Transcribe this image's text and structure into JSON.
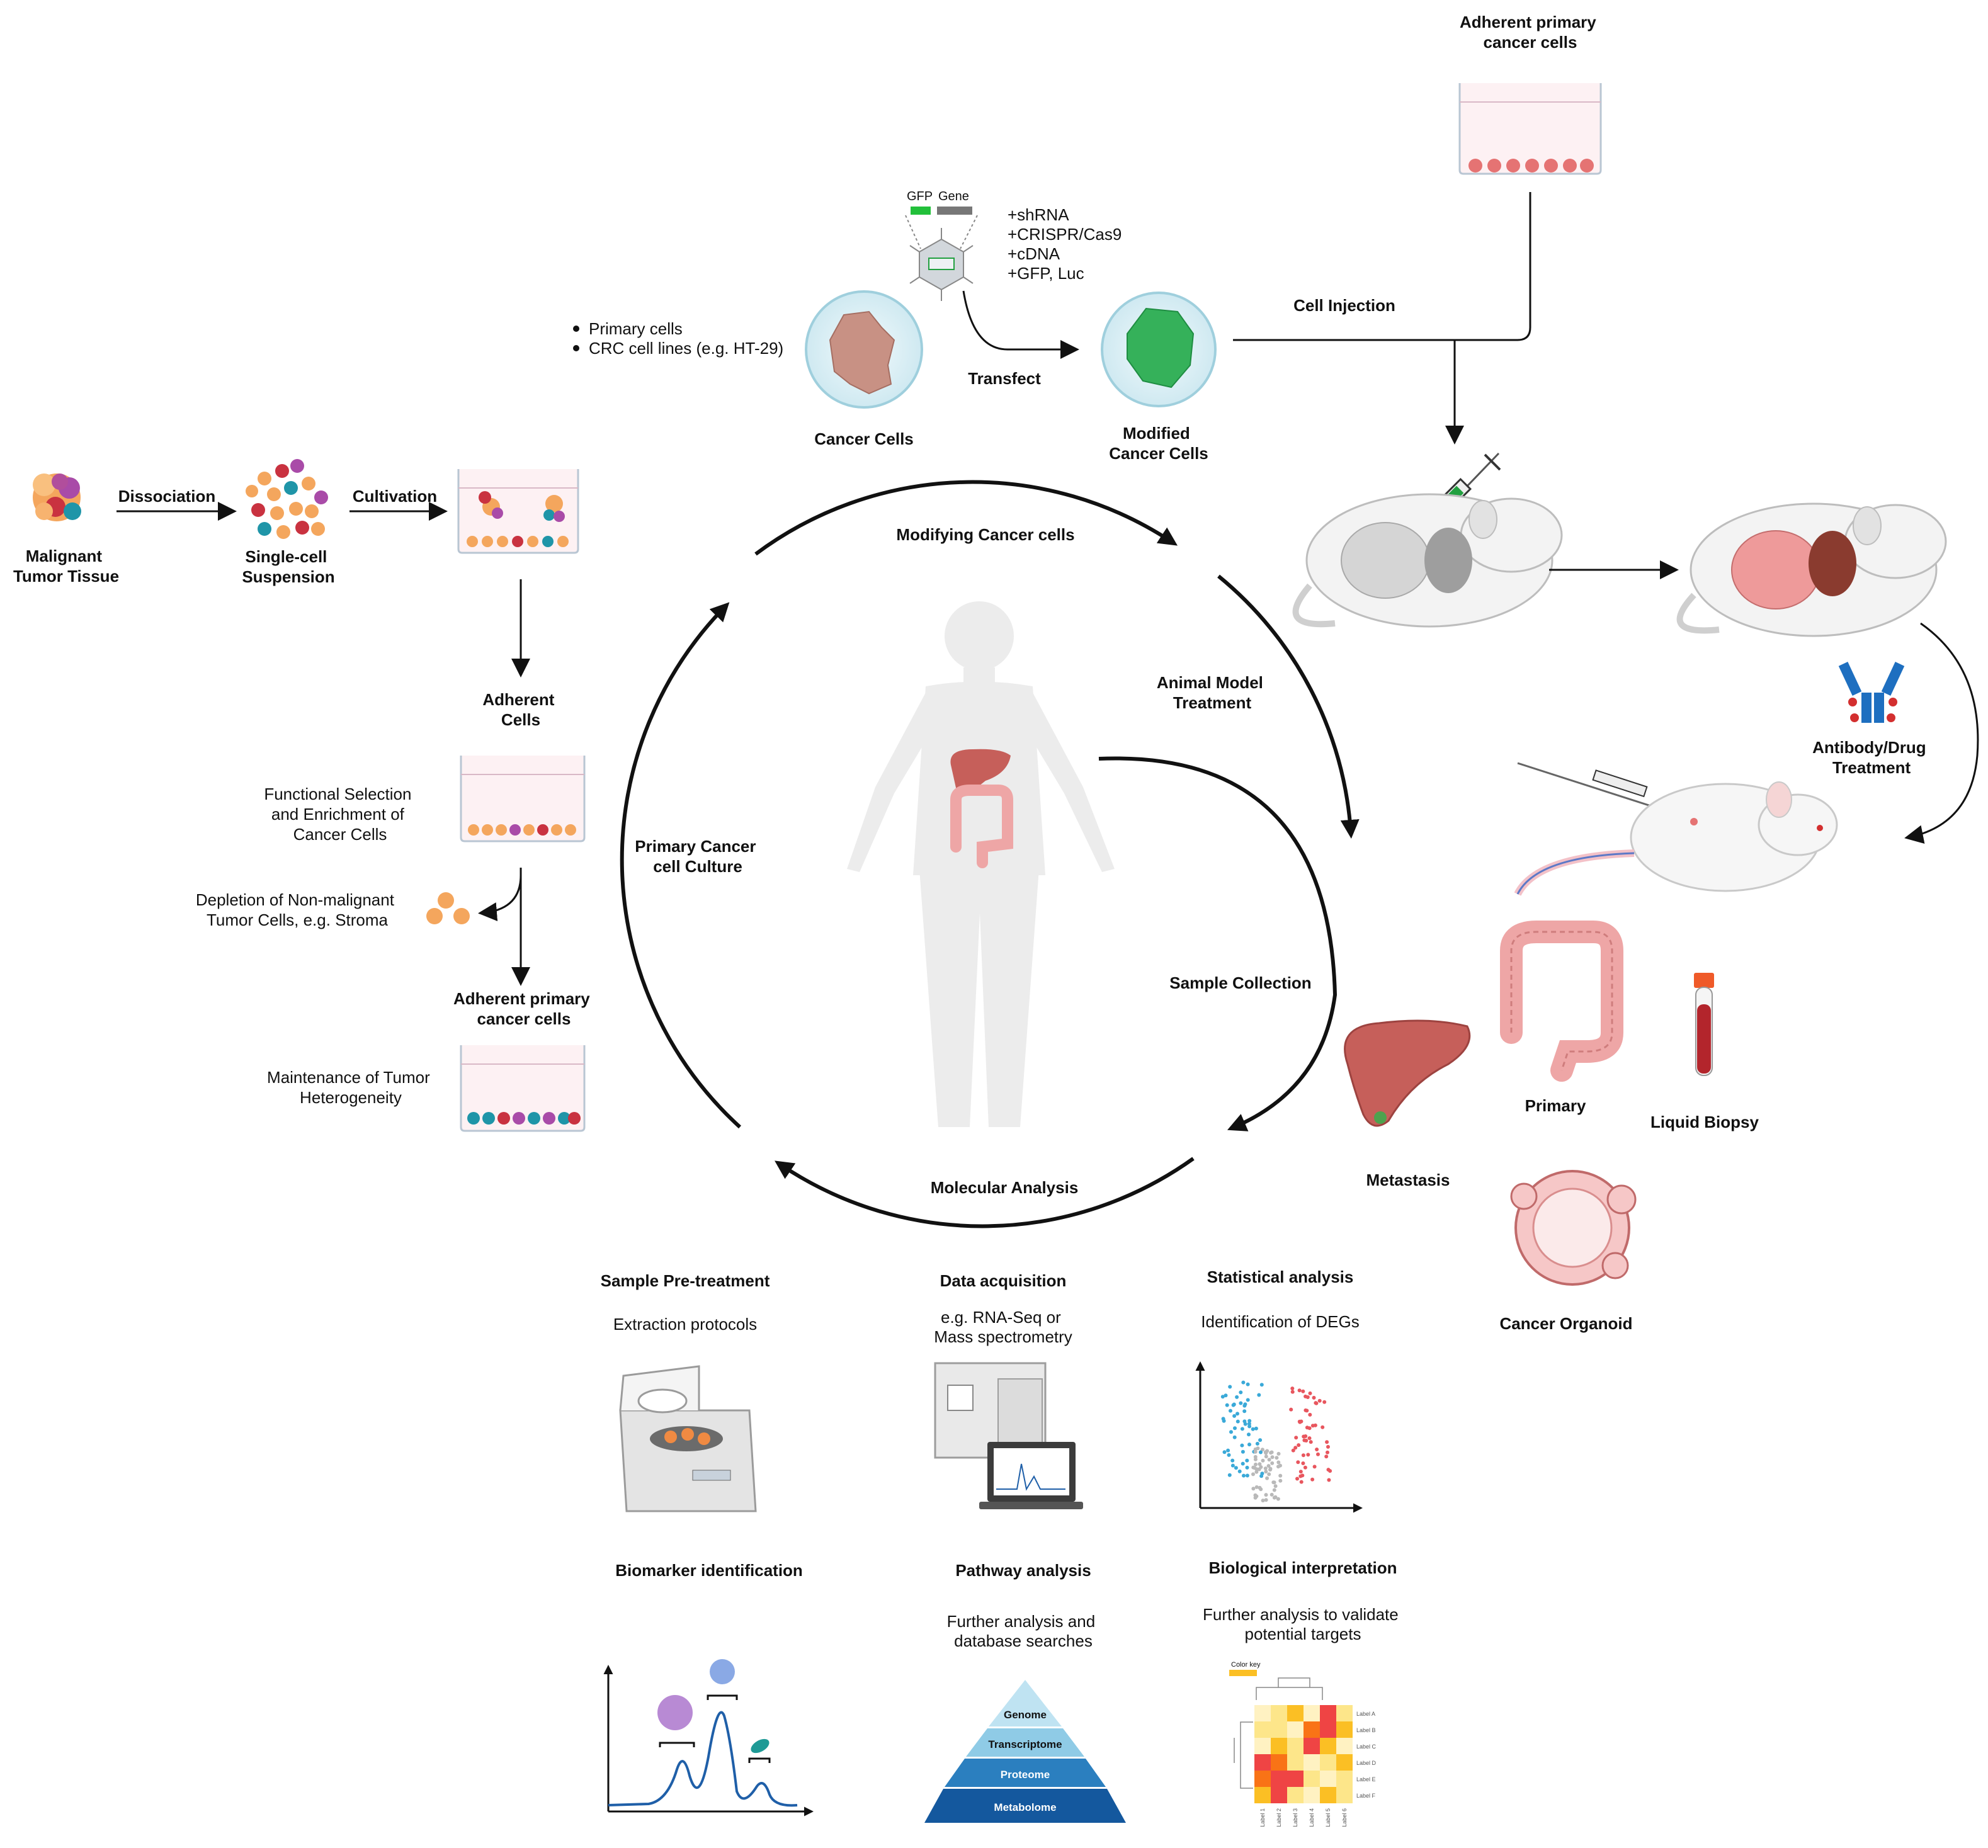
{
  "workflow": {
    "malignant_tissue": "Malignant\nTumor Tissue",
    "dissociation": "Dissociation",
    "single_cell": "Single-cell\nSuspension",
    "cultivation": "Cultivation",
    "adherent_cells": "Adherent\nCells",
    "functional_selection": "Functional Selection\nand Enrichment of\nCancer Cells",
    "depletion": "Depletion of Non-malignant\nTumor Cells, e.g. Stroma",
    "adherent_primary": "Adherent primary\ncancer cells",
    "maintenance": "Maintenance of Tumor\nHeterogeneity"
  },
  "modify": {
    "bullets": [
      "Primary cells",
      "CRC cell lines (e.g. HT-29)"
    ],
    "gfp": "GFP",
    "gene": "Gene",
    "options": "+shRNA\n+CRISPR/Cas9\n+cDNA\n+GFP, Luc",
    "cancer_cells": "Cancer Cells",
    "transfect": "Transfect",
    "modified": "Modified\nCancer Cells",
    "cell_injection": "Cell Injection",
    "adherent_top": "Adherent primary\ncancer cells"
  },
  "cycle": {
    "modifying": "Modifying Cancer cells",
    "animal": "Animal Model\nTreatment",
    "sample": "Sample Collection",
    "molecular": "Molecular Analysis",
    "primary_culture": "Primary Cancer\ncell Culture"
  },
  "animal": {
    "antibody": "Antibody/Drug\nTreatment",
    "primary": "Primary",
    "liquid": "Liquid Biopsy",
    "metastasis": "Metastasis",
    "organoid": "Cancer Organoid"
  },
  "analysis": {
    "pre_title": "Sample Pre-treatment",
    "pre_sub": "Extraction protocols",
    "data_title": "Data acquisition",
    "data_sub": "e.g. RNA-Seq or\nMass spectrometry",
    "stat_title": "Statistical analysis",
    "stat_sub": "Identification of DEGs",
    "bio_title": "Biomarker identification",
    "path_title": "Pathway analysis",
    "path_sub": "Further analysis and\ndatabase searches",
    "interp_title": "Biological interpretation",
    "interp_sub": "Further analysis to validate\npotential targets"
  },
  "pyramid": [
    "Genome",
    "Transcriptome",
    "Proteome",
    "Metabolome"
  ],
  "heatmap": {
    "key": "Color key",
    "rows": [
      "Label A",
      "Label B",
      "Label C",
      "Label D",
      "Label E",
      "Label F"
    ],
    "cols": [
      "Label 1",
      "Label 2",
      "Label 3",
      "Label 4",
      "Label 5",
      "Label 6"
    ],
    "colors": [
      "#fff2c2",
      "#fde68a",
      "#fbbf24",
      "#f97316",
      "#ef4444"
    ]
  },
  "colors": {
    "arrow": "#111111",
    "cancer_cell": "#c89184",
    "modified_cell": "#35b15a",
    "gfp": "#22c03a",
    "blood": "#b3252c",
    "pyramid_light": "#bfe3f2",
    "pyramid_dark": "#1565a8"
  }
}
